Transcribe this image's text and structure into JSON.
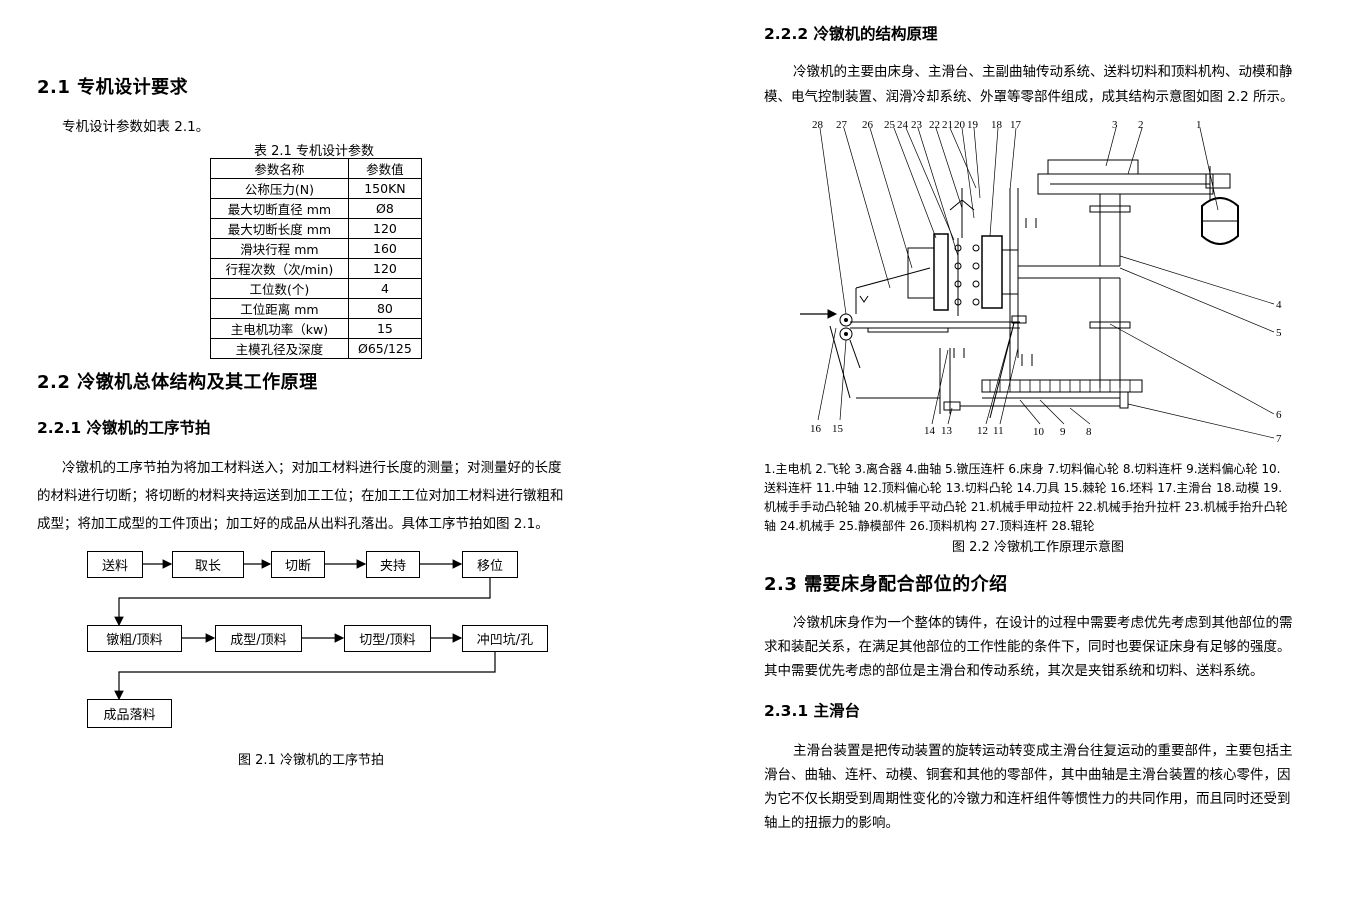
{
  "left": {
    "s21_title": "2.1 专机设计要求",
    "s21_intro": "专机设计参数如表 2.1。",
    "table_caption": "表 2.1 专机设计参数",
    "table_headers": [
      "参数名称",
      "参数值"
    ],
    "table_rows": [
      [
        "公称压力(N)",
        "150KN"
      ],
      [
        "最大切断直径 mm",
        "Ø8"
      ],
      [
        "最大切断长度 mm",
        "120"
      ],
      [
        "滑块行程 mm",
        "160"
      ],
      [
        "行程次数（次/min)",
        "120"
      ],
      [
        "工位数(个)",
        "4"
      ],
      [
        "工位距离 mm",
        "80"
      ],
      [
        "主电机功率（kw)",
        "15"
      ],
      [
        "主模孔径及深度",
        "Ø65/125"
      ]
    ],
    "s22_title": "2.2 冷镦机总体结构及其工作原理",
    "s221_title": "2.2.1 冷镦机的工序节拍",
    "s221_lines": [
      "冷镦机的工序节拍为将加工材料送入；对加工材料进行长度的测量；对测量好的长度",
      "的材料进行切断；将切断的材料夹持运送到加工工位；在加工工位对加工材料进行镦粗和",
      "成型；将加工成型的工件顶出；加工好的成品从出料孔落出。具体工序节拍如图 2.1。"
    ],
    "flow_boxes": [
      "送料",
      "取长",
      "切断",
      "夹持",
      "移位",
      "镦粗/顶料",
      "成型/顶料",
      "切型/顶料",
      "冲凹坑/孔",
      "成品落料"
    ],
    "fig21_caption": "图 2.1 冷镦机的工序节拍"
  },
  "right": {
    "s222_title": "2.2.2 冷镦机的结构原理",
    "s222_lines": [
      "冷镦机的主要由床身、主滑台、主副曲轴传动系统、送料切料和顶料机构、动模和静",
      "模、电气控制装置、润滑冷却系统、外罩等零部件组成，成其结构示意图如图 2.2 所示。"
    ],
    "legend_lines": [
      "1.主电机 2.飞轮 3.离合器 4.曲轴 5.镦压连杆 6.床身 7.切料偏心轮 8.切料连杆 9.送料偏心轮 10.",
      "送料连杆 11.中轴 12.顶料偏心轮 13.切料凸轮 14.刀具 15.棘轮 16.坯料 17.主滑台 18.动模 19.",
      "机械手手动凸轮轴 20.机械手平动凸轮 21.机械手甲动拉杆 22.机械手抬升拉杆 23.机械手抬升凸轮",
      "轴 24.机械手 25.静模部件 26.顶料机构 27.顶料连杆 28.辊轮"
    ],
    "fig22_caption": "图 2.2 冷镦机工作原理示意图",
    "s23_title": "2.3 需要床身配合部位的介绍",
    "s23_lines": [
      "冷镦机床身作为一个整体的铸件，在设计的过程中需要考虑优先考虑到其他部位的需",
      "求和装配关系，在满足其他部位的工作性能的条件下，同时也要保证床身有足够的强度。",
      "其中需要优先考虑的部位是主滑台和传动系统，其次是夹钳系统和切料、送料系统。"
    ],
    "s231_title": "2.3.1 主滑台",
    "s231_lines": [
      "主滑台装置是把传动装置的旋转运动转变成主滑台往复运动的重要部件，主要包括主",
      "滑台、曲轴、连杆、动模、铜套和其他的零部件，其中曲轴是主滑台装置的核心零件，因",
      "为它不仅长期受到周期性变化的冷镦力和连杆组件等惯性力的共同作用，而且同时还受到",
      "轴上的扭振力的影响。"
    ],
    "fig22_labels": {
      "top": [
        "28",
        "27",
        "26",
        "25",
        "24",
        "23",
        "22",
        "21",
        "20",
        "19",
        "18",
        "17",
        "3",
        "2",
        "1"
      ],
      "right": [
        "4",
        "5",
        "6",
        "7"
      ],
      "bottom": [
        "16",
        "15",
        "14",
        "13",
        "12",
        "11",
        "10",
        "9",
        "8"
      ]
    }
  }
}
